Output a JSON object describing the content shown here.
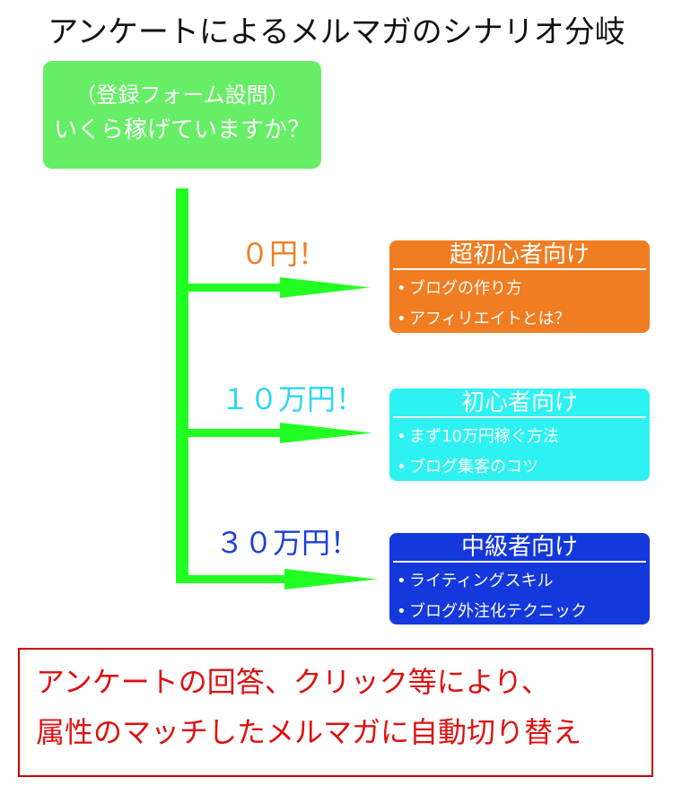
{
  "title": "アンケートによるメルマガのシナリオ分岐",
  "question": {
    "line1": "（登録フォーム設問）",
    "line2": "いくら稼げていますか？"
  },
  "branches": [
    {
      "label": "０円！",
      "heading": "超初心者向け",
      "items": [
        "ブログの作り方",
        "アフィリエイトとは？"
      ],
      "box_color": "#f07d22",
      "label_color": "#f07d22",
      "text_color": "#ffffff",
      "rule_color": "#ffffff"
    },
    {
      "label": "１０万円！",
      "heading": "初心者向け",
      "items": [
        "まず10万円稼ぐ方法",
        "ブログ集客のコツ"
      ],
      "box_color": "#2ef2f2",
      "label_color": "#2ad7f0",
      "text_color": "#ffffff",
      "rule_color": "#ffffff"
    },
    {
      "label": "３０万円！",
      "heading": "中級者向け",
      "items": [
        "ライティングスキル",
        "ブログ外注化テクニック"
      ],
      "box_color": "#1438dc",
      "label_color": "#1d3fd6",
      "text_color": "#ffffff",
      "rule_color": "#ffffff"
    }
  ],
  "bullet": "•",
  "note": {
    "line1": "アンケートの回答、クリック等により、",
    "line2": "属性のマッチしたメルマガに自動切り替え"
  },
  "colors": {
    "question_box": "#66ee66",
    "flow_line": "#22ff22",
    "note_text": "#dd1111",
    "note_border": "#cc0000"
  }
}
